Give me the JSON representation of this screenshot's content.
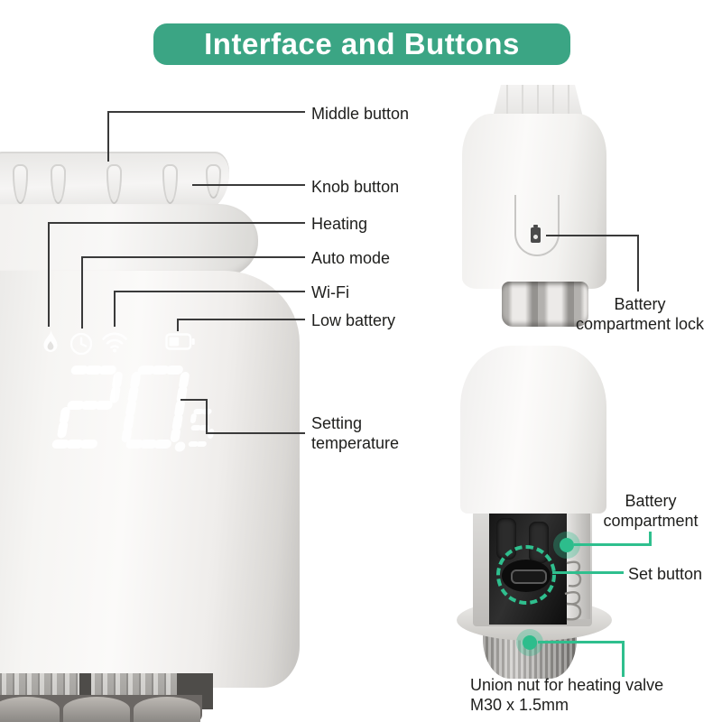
{
  "banner": {
    "title": "Interface and Buttons"
  },
  "palette": {
    "banner_green": "#3ba584",
    "accent_green": "#2fbf8e",
    "leader_dark": "#3a3a3a",
    "label_color": "#1e1e1c"
  },
  "display": {
    "value": "20.5",
    "icons": [
      {
        "name": "heating-flame-icon",
        "meaning": "Heating"
      },
      {
        "name": "auto-mode-clock-icon",
        "meaning": "Auto mode"
      },
      {
        "name": "wifi-icon",
        "meaning": "Wi-Fi"
      },
      {
        "name": "low-battery-icon",
        "meaning": "Low battery"
      }
    ]
  },
  "labels": {
    "middle_button": "Middle button",
    "knob_button": "Knob button",
    "heating": "Heating",
    "auto_mode": "Auto mode",
    "wifi": "Wi-Fi",
    "low_battery": "Low battery",
    "setting_temperature": "Setting temperature",
    "battery_compartment_lock": "Battery compartment lock",
    "battery_compartment": "Battery compartment",
    "set_button": "Set button",
    "union_nut": "Union nut for heating valve M30 x 1.5mm"
  }
}
